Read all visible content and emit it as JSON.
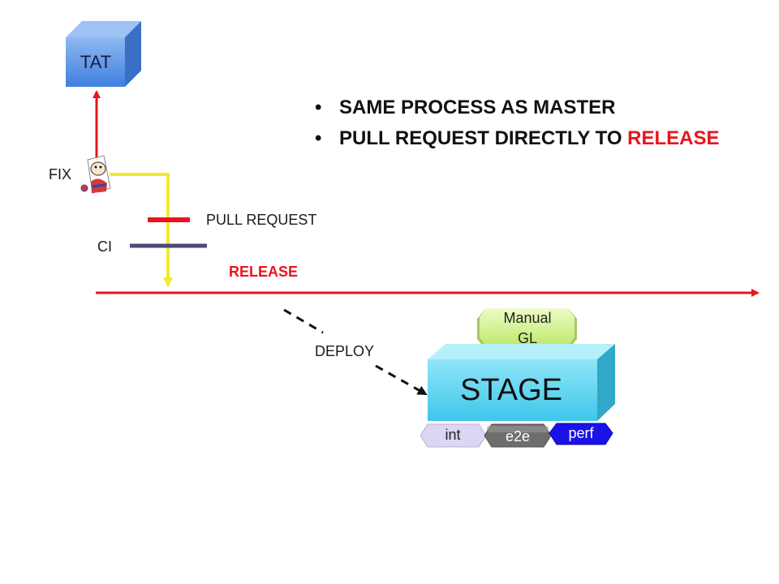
{
  "bullets": [
    {
      "text": "SAME PROCESS AS MASTER",
      "highlight": ""
    },
    {
      "text": "PULL REQUEST DIRECTLY TO ",
      "highlight": "RELEASE"
    }
  ],
  "nodes": {
    "tat": "TAT",
    "fix": "FIX",
    "pull_request": "PULL REQUEST",
    "ci": "CI",
    "release": "RELEASE",
    "deploy": "DEPLOY",
    "stage": "STAGE",
    "manual_gl": [
      "Manual",
      "GL"
    ],
    "tests": [
      "int",
      "e2e",
      "perf"
    ]
  },
  "colors": {
    "release_line": "#e8141e",
    "fix_path": "#f2ea2c",
    "pull_request_bar": "#e8141e",
    "ci_bar": "#4a4a7a",
    "tat_box": "#5a92e6",
    "stage_box": "#56d0ec",
    "manual_box": "#d2f08a",
    "int_chip": "#dcd6f2",
    "e2e_chip": "#6e6e6e",
    "perf_chip": "#1a12e6"
  },
  "icons": {
    "fix": "bug-mascot-icon"
  }
}
